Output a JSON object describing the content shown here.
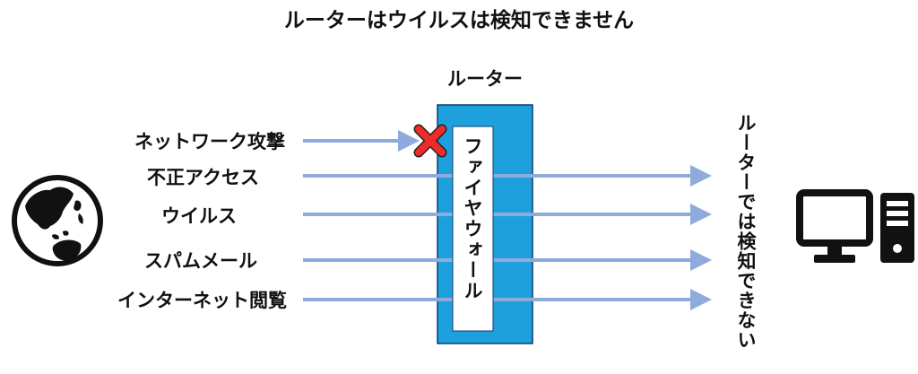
{
  "title": "ルーターはウイルスは検知できません",
  "router_label": "ルーター",
  "firewall_label": "ファイヤウォール",
  "threats": [
    {
      "label": "ネットワーク攻撃",
      "blocked": true
    },
    {
      "label": "不正アクセス",
      "blocked": false
    },
    {
      "label": "ウイルス",
      "blocked": false
    },
    {
      "label": "スパムメール",
      "blocked": false
    },
    {
      "label": "インターネット閲覧",
      "blocked": false
    }
  ],
  "side_note": "ルーターでは検知できない",
  "icons": {
    "internet": "globe-icon",
    "blocked": "blocked-x-icon",
    "destination": "desktop-computer-icon"
  },
  "colors": {
    "router_fill": "#1ea0dc",
    "router_stroke": "#0b3d75",
    "arrow": "#8faadc",
    "blocked_x": "#ee2b2b",
    "icon": "#111111"
  }
}
